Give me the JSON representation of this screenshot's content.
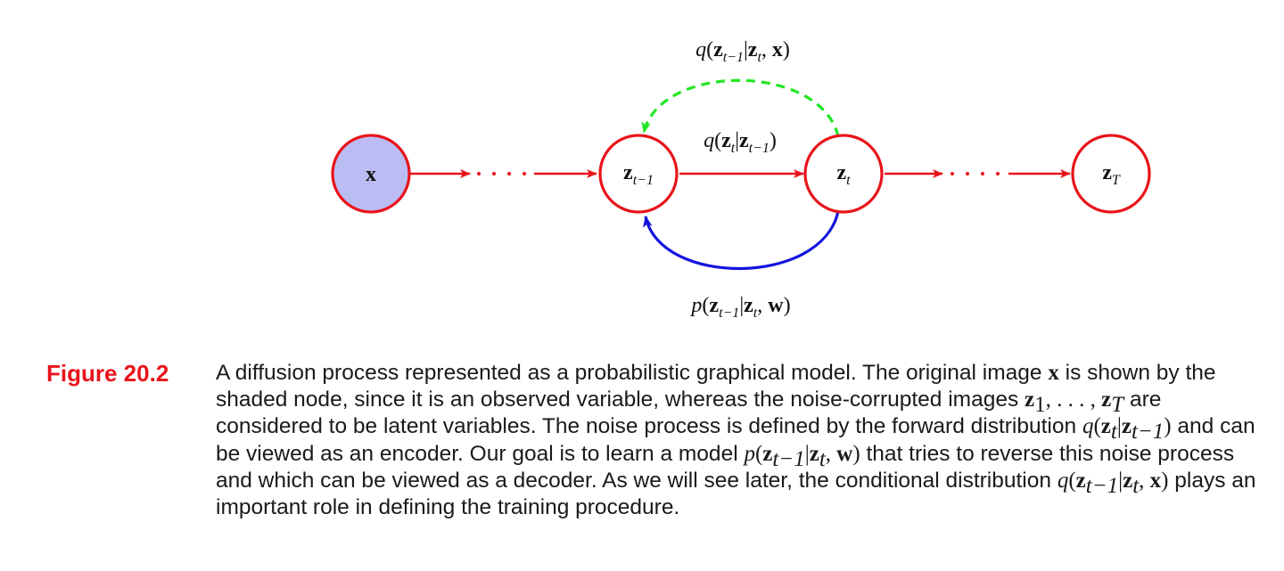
{
  "figure": {
    "label": "Figure 20.2",
    "caption_segments": [
      {
        "t": "A diffusion process represented as a probabilistic graphical model. The original image "
      },
      {
        "m": "b",
        "t": "x"
      },
      {
        "t": " is shown by the shaded node, since it is an observed variable, whereas the noise-corrupted images "
      },
      {
        "m": "b",
        "t": "z"
      },
      {
        "m": "sub",
        "t": "1"
      },
      {
        "m": "r",
        "t": ", . . . , "
      },
      {
        "m": "b",
        "t": "z"
      },
      {
        "m": "subi",
        "t": "T"
      },
      {
        "t": " are considered to be latent variables. The noise process is defined by the forward distribution "
      },
      {
        "m": "i",
        "t": "q"
      },
      {
        "m": "r",
        "t": "("
      },
      {
        "m": "b",
        "t": "z"
      },
      {
        "m": "subi",
        "t": "t"
      },
      {
        "m": "r",
        "t": "|"
      },
      {
        "m": "b",
        "t": "z"
      },
      {
        "m": "subi",
        "t": "t−1"
      },
      {
        "m": "r",
        "t": ")"
      },
      {
        "t": " and can be viewed as an encoder. Our goal is to learn a model "
      },
      {
        "m": "i",
        "t": "p"
      },
      {
        "m": "r",
        "t": "("
      },
      {
        "m": "b",
        "t": "z"
      },
      {
        "m": "subi",
        "t": "t−1"
      },
      {
        "m": "r",
        "t": "|"
      },
      {
        "m": "b",
        "t": "z"
      },
      {
        "m": "subi",
        "t": "t"
      },
      {
        "m": "r",
        "t": ", "
      },
      {
        "m": "b",
        "t": "w"
      },
      {
        "m": "r",
        "t": ")"
      },
      {
        "t": " that tries to reverse this noise process and which can be viewed as a decoder. As we will see later, the conditional distribution "
      },
      {
        "m": "i",
        "t": "q"
      },
      {
        "m": "r",
        "t": "("
      },
      {
        "m": "b",
        "t": "z"
      },
      {
        "m": "subi",
        "t": "t−1"
      },
      {
        "m": "r",
        "t": "|"
      },
      {
        "m": "b",
        "t": "z"
      },
      {
        "m": "subi",
        "t": "t"
      },
      {
        "m": "r",
        "t": ", "
      },
      {
        "m": "b",
        "t": "x"
      },
      {
        "m": "r",
        "t": ")"
      },
      {
        "t": " plays an important role in defining the training procedure."
      }
    ]
  },
  "diagram": {
    "nodes": [
      {
        "id": "x",
        "label": "x",
        "sub": "",
        "fill": "#bcbcf5",
        "observed": true
      },
      {
        "id": "z_prev",
        "label": "z",
        "sub": "t−1",
        "fill": "#ffffff",
        "observed": false
      },
      {
        "id": "z_t",
        "label": "z",
        "sub": "t",
        "fill": "#ffffff",
        "observed": false
      },
      {
        "id": "z_T",
        "label": "z",
        "sub": "T",
        "fill": "#ffffff",
        "observed": false
      }
    ],
    "edge_labels": {
      "forward": {
        "fn": "q",
        "arg": "z",
        "argsub": "t",
        "mid": "|",
        "cond": "z",
        "condsub": "t−1",
        "extra": ""
      },
      "reverse_green": {
        "fn": "q",
        "arg": "z",
        "argsub": "t−1",
        "mid": "|",
        "cond": "z",
        "condsub": "t",
        "extra": "x"
      },
      "reverse_blue": {
        "fn": "p",
        "arg": "z",
        "argsub": "t−1",
        "mid": "|",
        "cond": "z",
        "condsub": "t",
        "extra": "w"
      }
    },
    "colors": {
      "node_border": "#e8141a",
      "observed_fill": "#bcbcf5",
      "forward_edge": "#e8141a",
      "green_edge": "#22e622",
      "blue_edge": "#1414e0",
      "caption_label": "#e8141a"
    }
  }
}
